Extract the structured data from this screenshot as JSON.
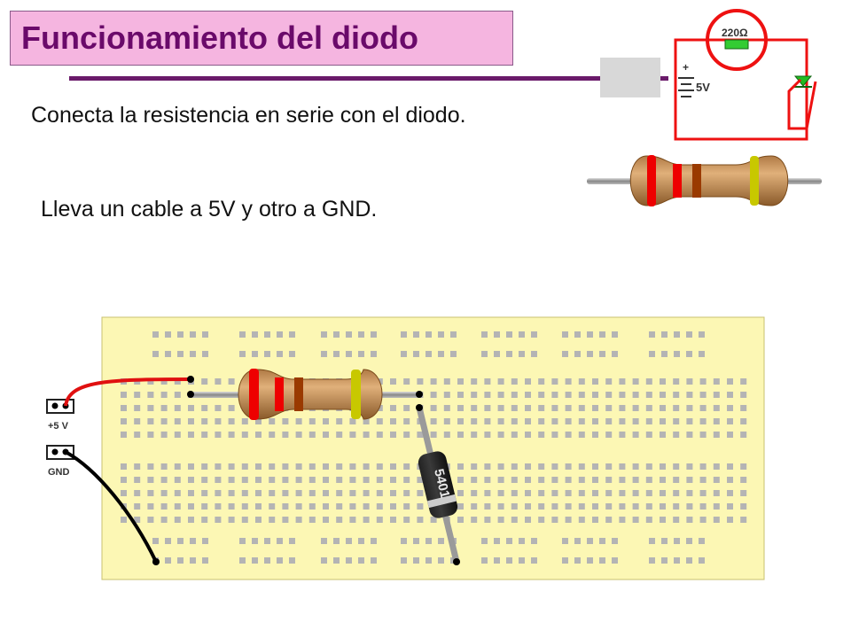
{
  "slide": {
    "title": "Funcionamiento del diodo",
    "instructions": [
      "Conecta la resistencia en serie con el diodo.",
      "Lleva un cable a 5V y otro a GND."
    ]
  },
  "schematic": {
    "resistor_label": "220Ω",
    "source_label": "5V",
    "plus_sign": "+"
  },
  "breadboard": {
    "power_label": "+5 V",
    "ground_label": "GND",
    "diode_marking": "5401"
  },
  "colors": {
    "title_bg": "#f5b5e0",
    "title_text": "#6a0a6a",
    "breadboard": "#fcf7b4",
    "wire_power": "#e01010",
    "wire_ground": "#000000",
    "resistor_body": "#c89560",
    "led": "#22bb22"
  }
}
